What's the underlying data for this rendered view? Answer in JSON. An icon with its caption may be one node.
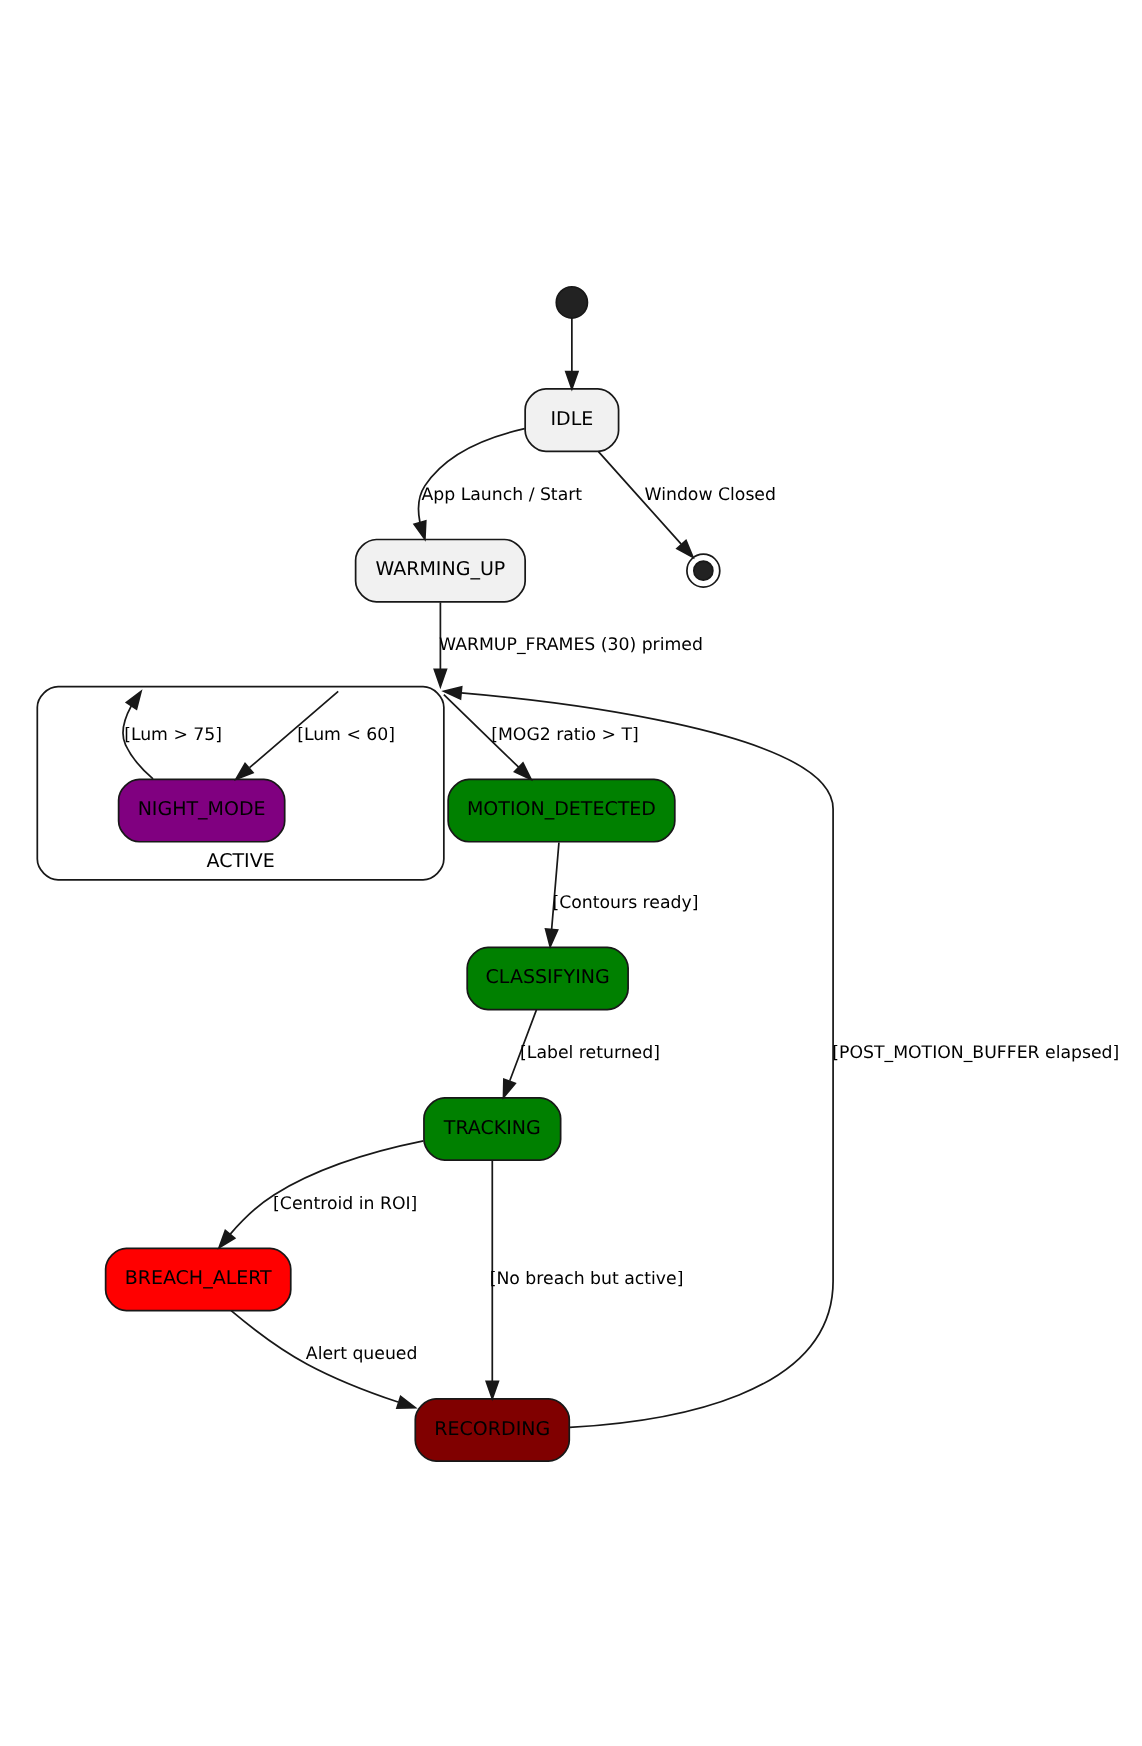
{
  "diagram": {
    "nodes": [
      {
        "text": [],
        "shape": "circle"
      },
      {
        "text": [
          "IDLE"
        ]
      },
      {
        "text": [
          "WARMING_UP"
        ]
      },
      {
        "text": [],
        "shape": "circle"
      },
      {
        "text": [
          "ACTIVE"
        ]
      },
      {
        "text": [
          "NIGHT_MODE"
        ],
        "in": 4
      },
      {
        "text": [
          "MOTION_DETECTED"
        ]
      },
      {
        "text": [
          "CLASSIFYING"
        ]
      },
      {
        "text": [
          "TRACKING"
        ]
      },
      {
        "text": [
          "BREACH_ALERT"
        ]
      },
      {
        "text": [
          "RECORDING"
        ]
      }
    ],
    "edges": [
      {
        "from": 0,
        "to": 1,
        "arrow": "to"
      },
      {
        "from": 1,
        "to": 2,
        "arrow": "to",
        "label": "App Launch / Start"
      },
      {
        "from": 1,
        "to": 3,
        "arrow": "to",
        "label": "Window Closed"
      },
      {
        "from": 2,
        "to": 4,
        "arrow": "to",
        "label": "WARMUP_FRAMES (30) primed"
      },
      {
        "from": 4,
        "to": 5,
        "arrow": "to",
        "label": "[Lum < 60]"
      },
      {
        "from": 5,
        "to": 4,
        "arrow": "to",
        "label": "[Lum > 75]"
      },
      {
        "from": 4,
        "to": 6,
        "arrow": "to",
        "label": "[MOG2 ratio > T]"
      },
      {
        "from": 6,
        "to": 7,
        "arrow": "to",
        "label": "[Contours ready]"
      },
      {
        "from": 7,
        "to": 8,
        "arrow": "to",
        "label": "[Label returned]"
      },
      {
        "from": 8,
        "to": 9,
        "arrow": "to",
        "label": "[Centroid in ROI]"
      },
      {
        "from": 8,
        "to": 10,
        "arrow": "to",
        "label": "[No breach but active]"
      },
      {
        "from": 9,
        "to": 10,
        "arrow": "to",
        "label": "Alert queued"
      },
      {
        "from": 10,
        "to": 4,
        "arrow": "to",
        "label": "[POST_MOTION_BUFFER elapsed]"
      }
    ]
  }
}
